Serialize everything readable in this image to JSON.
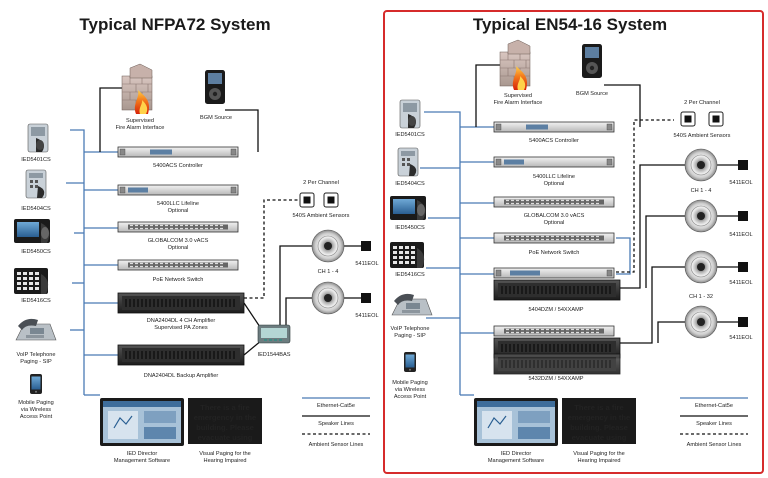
{
  "left_system": {
    "title": "Typical NFPA72 System",
    "fire_alarm_interface": [
      "Supervised",
      "Fire Alarm Interface"
    ],
    "bgm_source": "BGM Source",
    "controller": "5400ACS Controller",
    "lifeline": [
      "5400LLC Lifeline",
      "Optional"
    ],
    "globalcom": [
      "GLOBALCOM 3.0 vACS",
      "Optional"
    ],
    "poe_switch": "PoE Network Switch",
    "amplifier": [
      "DNA2404DL 4 CH Amplifier",
      "Supervised PA Zones"
    ],
    "backup_amplifier": "DNA2404DL Backup Amplifier",
    "ied1544bas": "IED1544BAS",
    "ambient_sensors_top": "2 Per Channel",
    "ambient_sensors": "540S Ambient Sensors",
    "channel": "CH 1 - 4",
    "eol_1": "5411EOL",
    "eol_2": "5411EOL",
    "stations": [
      "IED5401CS",
      "IED5404CS",
      "IED5450CS",
      "IED5416CS"
    ],
    "voip": [
      "VoIP Telephone",
      "Paging - SIP"
    ],
    "mobile": [
      "Mobile Paging",
      "via Wireless",
      "Access Point"
    ],
    "director": [
      "IED Director",
      "Management Software"
    ],
    "visual_paging": [
      "Visual Paging for the",
      "Hearing Impaired"
    ],
    "sign_text": [
      "There is a fire",
      "emergency in the",
      "building. Please",
      "evacuate using"
    ],
    "legend": [
      "Ethernet-Cat5e",
      "Speaker Lines",
      "Ambient Sensor Lines"
    ]
  },
  "right_system": {
    "title": "Typical EN54-16 System",
    "fire_alarm_interface": [
      "Supervised",
      "Fire Alarm Interface"
    ],
    "bgm_source": "BGM Source",
    "controller": "5400ACS Controller",
    "lifeline": [
      "5400LLC Lifeline",
      "Optional"
    ],
    "globalcom": [
      "GLOBALCOM 3.0 vACS",
      "Optional"
    ],
    "poe_switch": "PoE Network Switch",
    "amp_1": "5404DZM / 54XXAMP",
    "amp_2": "5432DZM / 54XXAMP",
    "ambient_sensors_top": "2 Per Channel",
    "ambient_sensors": "540S Ambient Sensors",
    "channel_1": "CH 1 - 4",
    "channel_2": "CH 1 - 32",
    "eols": [
      "5411EOL",
      "5411EOL",
      "5411EOL",
      "5411EOL"
    ],
    "stations": [
      "IED5401CS",
      "IED5404CS",
      "IED5450CS",
      "IED5416CS"
    ],
    "voip": [
      "VoIP Telephone",
      "Paging - SIP"
    ],
    "mobile": [
      "Mobile Paging",
      "via Wireless",
      "Access Point"
    ],
    "director": [
      "IED Director",
      "Management Software"
    ],
    "visual_paging": [
      "Visual Paging for the",
      "Hearing Impaired"
    ],
    "sign_text": [
      "There is a fire",
      "emergency in the",
      "building. Please",
      "evacuate using"
    ],
    "legend": [
      "Ethernet-Cat5e",
      "Speaker Lines",
      "Ambient Sensor Lines"
    ]
  },
  "colors": {
    "ethernet": "#4a7bb5",
    "border_accent": "#d62b2b",
    "sign_text": "#f2c200",
    "sign_bg": "#1a1a1a"
  }
}
